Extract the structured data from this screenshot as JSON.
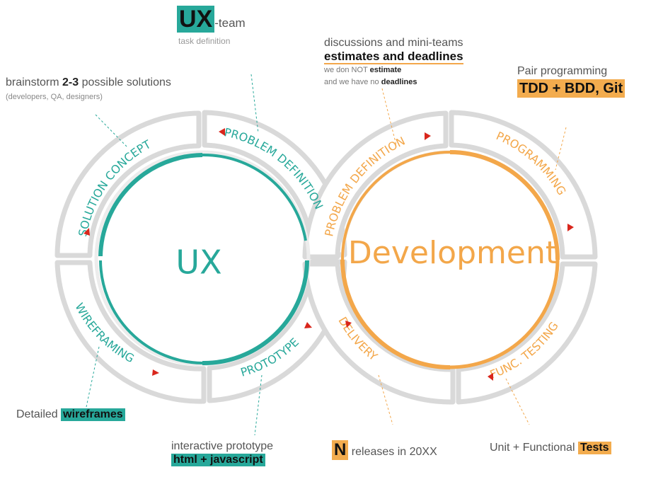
{
  "colors": {
    "teal": "#27a89a",
    "orange": "#f3a74a",
    "ring": "#d9d9d9",
    "marker": "#d9261c",
    "text": "#555555"
  },
  "cycles": {
    "ux": {
      "label": "UX",
      "segments": {
        "solution": "SOLUTION CONCEPT",
        "problem": "PROBLEM DEFINITION",
        "wireframing": "WIREFRAMING",
        "prototype": "PROTOTYPE"
      }
    },
    "dev": {
      "label": "Development",
      "segments": {
        "problem": "PROBLEM DEFINITION",
        "programming": "PROGRAMMING",
        "delivery": "DELIVERY",
        "testing": "FUNC. TESTING"
      }
    }
  },
  "notes": {
    "ux_team": {
      "strong": "UX",
      "suffix": "-team",
      "sub": "task definition"
    },
    "brainstorm": {
      "pre": "brainstorm ",
      "strong": "2-3",
      "post": " possible solutions",
      "sub": "(developers, QA, designers)"
    },
    "discussions": {
      "line1": "discussions and mini-teams",
      "line2": "estimates and deadlines",
      "line3_pre": "we don NOT ",
      "line3_strong": "estimate",
      "line4_pre": "and we have no ",
      "line4_strong": "deadlines"
    },
    "pair": {
      "line1": "Pair programming",
      "strong": "TDD + BDD, Git"
    },
    "wireframes": {
      "pre": "Detailed ",
      "strong": "wireframes"
    },
    "prototype": {
      "line1": "interactive prototype",
      "strong": "html + javascript"
    },
    "releases": {
      "strong": "N",
      "post": " releases in 20XX"
    },
    "tests": {
      "pre": "Unit + Functional ",
      "strong": "Tests"
    }
  }
}
